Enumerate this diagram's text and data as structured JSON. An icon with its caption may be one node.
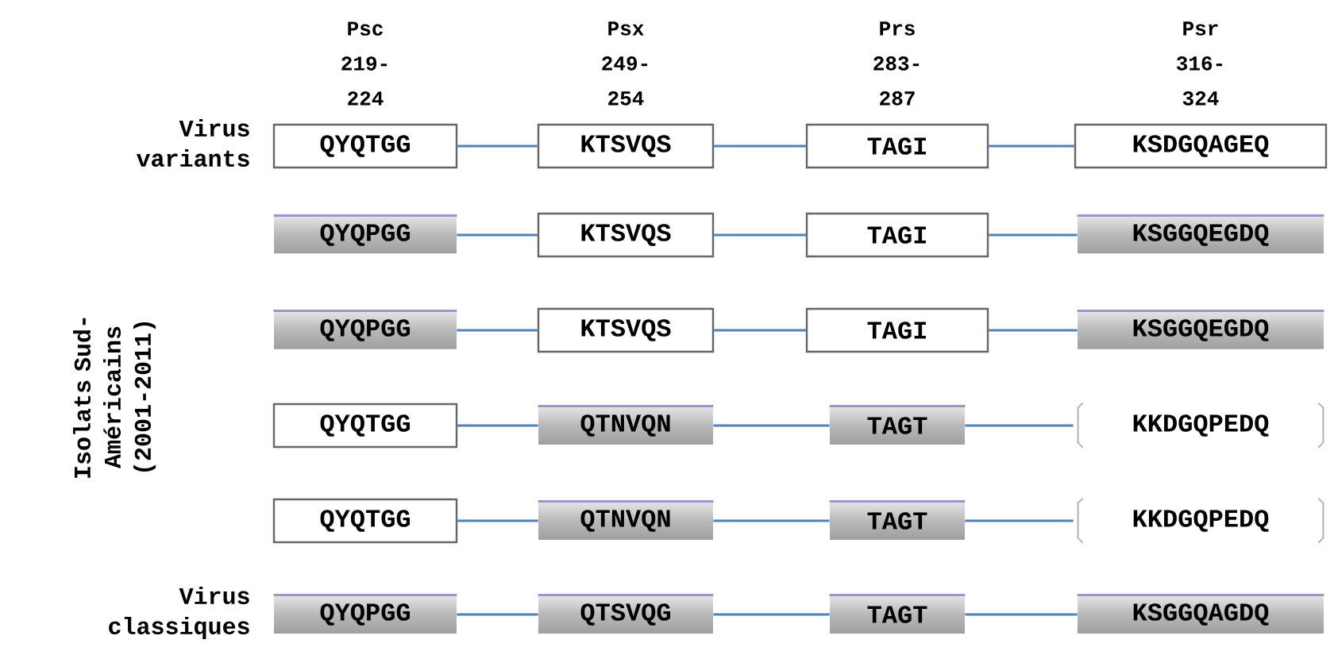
{
  "diagram": {
    "nodes": [
      {
        "text": [
          "QYQTGG"
        ]
      },
      {
        "text": [
          "KTSVQS"
        ]
      },
      {
        "text": [
          "TAGI"
        ]
      },
      {
        "text": [
          "KSDGQAGEQ"
        ]
      },
      {
        "text": [
          "QYQPGG"
        ]
      },
      {
        "text": [
          "KTSVQS"
        ]
      },
      {
        "text": [
          "TAGI"
        ]
      },
      {
        "text": [
          "KSGGQEGDQ"
        ]
      },
      {
        "text": [
          "QYQPGG"
        ]
      },
      {
        "text": [
          "KTSVQS"
        ]
      },
      {
        "text": [
          "TAGI"
        ]
      },
      {
        "text": [
          "KSGGQEGDQ"
        ]
      },
      {
        "text": [
          "QYQTGG"
        ]
      },
      {
        "text": [
          "QTNVQN"
        ]
      },
      {
        "text": [
          "TAGT"
        ]
      },
      {
        "text": [
          "KKDGQPEDQ"
        ]
      },
      {
        "text": [
          "QYQTGG"
        ]
      },
      {
        "text": [
          "QTNVQN"
        ]
      },
      {
        "text": [
          "TAGT"
        ]
      },
      {
        "text": [
          "KKDGQPEDQ"
        ]
      },
      {
        "text": [
          "QYQPGG"
        ]
      },
      {
        "text": [
          "QTSVQG"
        ]
      },
      {
        "text": [
          "TAGT"
        ]
      },
      {
        "text": [
          "KSGGQAGDQ"
        ]
      }
    ],
    "edges": [
      {
        "from": 0,
        "to": 1,
        "arrow": "none"
      },
      {
        "from": 1,
        "to": 2,
        "arrow": "none"
      },
      {
        "from": 2,
        "to": 3,
        "arrow": "none"
      },
      {
        "from": 4,
        "to": 5,
        "arrow": "none"
      },
      {
        "from": 5,
        "to": 6,
        "arrow": "none"
      },
      {
        "from": 6,
        "to": 7,
        "arrow": "none"
      },
      {
        "from": 8,
        "to": 9,
        "arrow": "none"
      },
      {
        "from": 9,
        "to": 10,
        "arrow": "none"
      },
      {
        "from": 10,
        "to": 11,
        "arrow": "none"
      },
      {
        "from": 12,
        "to": 13,
        "arrow": "none"
      },
      {
        "from": 13,
        "to": 14,
        "arrow": "none"
      },
      {
        "from": 14,
        "to": 15,
        "arrow": "none"
      },
      {
        "from": 16,
        "to": 17,
        "arrow": "none"
      },
      {
        "from": 17,
        "to": 18,
        "arrow": "none"
      },
      {
        "from": 18,
        "to": 19,
        "arrow": "none"
      },
      {
        "from": 20,
        "to": 21,
        "arrow": "none"
      },
      {
        "from": 21,
        "to": 22,
        "arrow": "none"
      },
      {
        "from": 22,
        "to": 23,
        "arrow": "none"
      }
    ],
    "labels": [
      "Psc 219-224",
      "Psx 249-254",
      "Prs 283-287",
      "Psr 316-324",
      "Virus variants",
      "Isolats Sud-Américains (2001-2011)",
      "Virus classiques"
    ]
  }
}
